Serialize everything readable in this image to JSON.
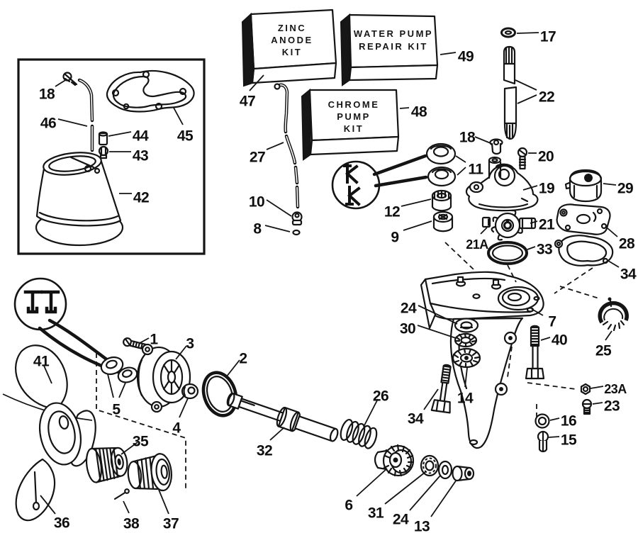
{
  "page": {
    "background": "#ffffff",
    "line_color": "#141414",
    "description": "Exploded parts diagram of an outboard motor lower unit / water pump"
  },
  "kits": [
    {
      "name": "zinc-anode-kit",
      "lines": [
        "ZINC",
        "ANODE",
        "KIT"
      ]
    },
    {
      "name": "water-pump-repair-kit",
      "lines": [
        "WATER PUMP",
        "REPAIR KIT"
      ]
    },
    {
      "name": "chrome-pump-kit",
      "lines": [
        "CHROME",
        "PUMP",
        "KIT"
      ]
    }
  ],
  "part_labels": [
    {
      "part": "18"
    },
    {
      "part": "46"
    },
    {
      "part": "44"
    },
    {
      "part": "43"
    },
    {
      "part": "42"
    },
    {
      "part": "45"
    },
    {
      "part": "47"
    },
    {
      "part": "49"
    },
    {
      "part": "48"
    },
    {
      "part": "27"
    },
    {
      "part": "10"
    },
    {
      "part": "8"
    },
    {
      "part": "17"
    },
    {
      "part": "22"
    },
    {
      "part": "18"
    },
    {
      "part": "20"
    },
    {
      "part": "11"
    },
    {
      "part": "19"
    },
    {
      "part": "29"
    },
    {
      "part": "12"
    },
    {
      "part": "9"
    },
    {
      "part": "21"
    },
    {
      "part": "21A"
    },
    {
      "part": "33"
    },
    {
      "part": "28"
    },
    {
      "part": "34"
    },
    {
      "part": "7"
    },
    {
      "part": "24"
    },
    {
      "part": "30"
    },
    {
      "part": "14"
    },
    {
      "part": "34"
    },
    {
      "part": "40"
    },
    {
      "part": "25"
    },
    {
      "part": "23A"
    },
    {
      "part": "23"
    },
    {
      "part": "16"
    },
    {
      "part": "15"
    },
    {
      "part": "41"
    },
    {
      "part": "1"
    },
    {
      "part": "3"
    },
    {
      "part": "5"
    },
    {
      "part": "2"
    },
    {
      "part": "32"
    },
    {
      "part": "4"
    },
    {
      "part": "35"
    },
    {
      "part": "26"
    },
    {
      "part": "6"
    },
    {
      "part": "31"
    },
    {
      "part": "24"
    },
    {
      "part": "13"
    },
    {
      "part": "36"
    },
    {
      "part": "38"
    },
    {
      "part": "37"
    }
  ],
  "icons": [
    {
      "name": "seal-orientation-balloon-upper",
      "meaning": "seal lip direction detail"
    },
    {
      "name": "seal-orientation-balloon-lower",
      "meaning": "seal lip direction detail"
    }
  ]
}
